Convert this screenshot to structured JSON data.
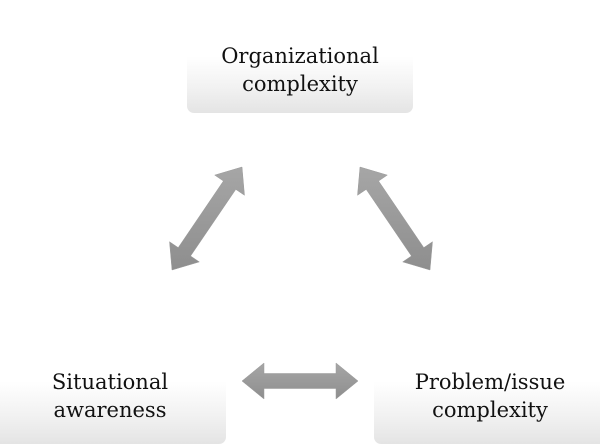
{
  "diagram": {
    "nodes": {
      "top": {
        "label": "Organizational\ncomplexity"
      },
      "left": {
        "label": "Situational\nawareness"
      },
      "right": {
        "label": "Problem/issue\ncomplexity"
      }
    },
    "connectors": [
      {
        "from": "top",
        "to": "left",
        "type": "bidirectional"
      },
      {
        "from": "top",
        "to": "right",
        "type": "bidirectional"
      },
      {
        "from": "left",
        "to": "right",
        "type": "bidirectional"
      }
    ],
    "colors": {
      "arrow_fill": "#9a9a9a",
      "node_gradient_bottom": "#e4e4e4"
    }
  }
}
